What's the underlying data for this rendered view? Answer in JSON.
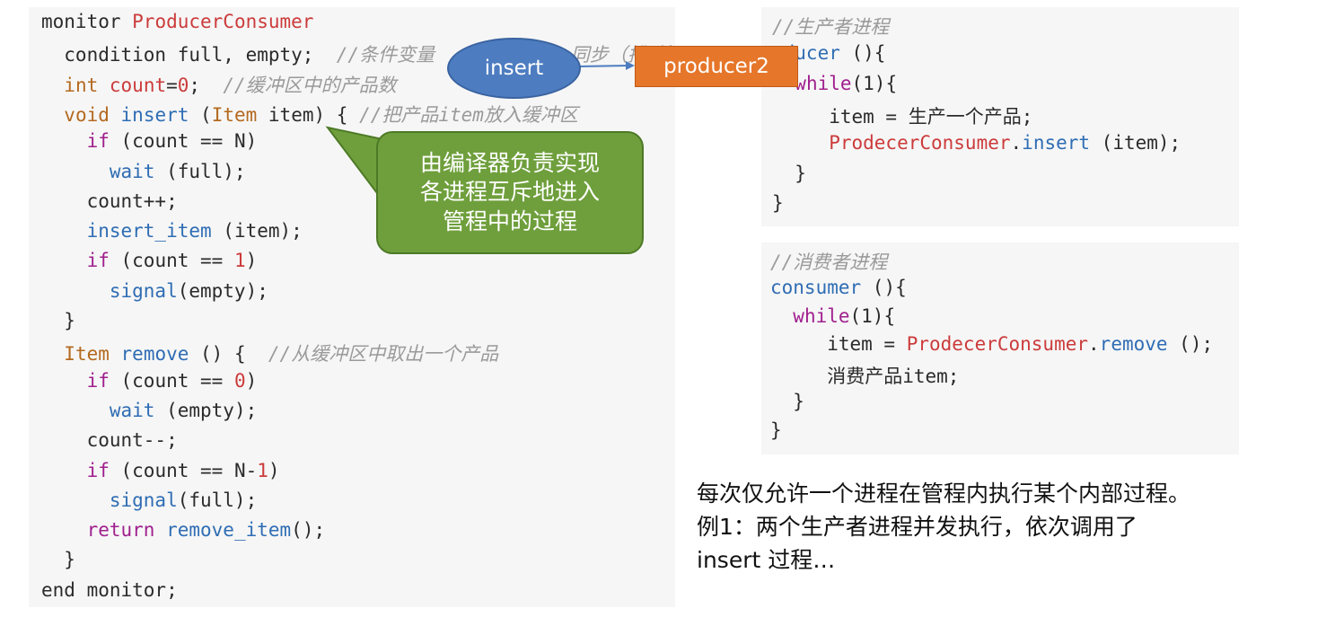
{
  "left_code": {
    "lines": [
      [
        {
          "t": "monitor ",
          "c": "pl"
        },
        {
          "t": "ProducerConsumer",
          "c": "red"
        }
      ],
      [
        {
          "t": "  condition full, empty;  ",
          "c": "pl"
        },
        {
          "t": "//条件变量",
          "c": "cm"
        },
        {
          "t": "            ",
          "c": "pl"
        },
        {
          "t": "同步（排队）",
          "c": "cm"
        }
      ],
      [
        {
          "t": "  ",
          "c": "pl"
        },
        {
          "t": "int",
          "c": "ty"
        },
        {
          "t": " ",
          "c": "pl"
        },
        {
          "t": "count",
          "c": "red"
        },
        {
          "t": "=",
          "c": "pl"
        },
        {
          "t": "0",
          "c": "num"
        },
        {
          "t": ";  ",
          "c": "pl"
        },
        {
          "t": "//缓冲区中的产品数",
          "c": "cm"
        }
      ],
      [
        {
          "t": "  ",
          "c": "pl"
        },
        {
          "t": "void",
          "c": "ty"
        },
        {
          "t": " ",
          "c": "pl"
        },
        {
          "t": "insert",
          "c": "fn"
        },
        {
          "t": " (",
          "c": "pl"
        },
        {
          "t": "Item",
          "c": "ty"
        },
        {
          "t": " item) { ",
          "c": "pl"
        },
        {
          "t": "//把产品item放入缓冲区",
          "c": "cm"
        }
      ],
      [
        {
          "t": "    ",
          "c": "pl"
        },
        {
          "t": "if",
          "c": "kw"
        },
        {
          "t": " (count == N)",
          "c": "pl"
        }
      ],
      [
        {
          "t": "      ",
          "c": "pl"
        },
        {
          "t": "wait",
          "c": "fn"
        },
        {
          "t": " (full);",
          "c": "pl"
        }
      ],
      [
        {
          "t": "    count++;",
          "c": "pl"
        }
      ],
      [
        {
          "t": "    ",
          "c": "pl"
        },
        {
          "t": "insert_item",
          "c": "fn"
        },
        {
          "t": " (item);",
          "c": "pl"
        }
      ],
      [
        {
          "t": "    ",
          "c": "pl"
        },
        {
          "t": "if",
          "c": "kw"
        },
        {
          "t": " (count == ",
          "c": "pl"
        },
        {
          "t": "1",
          "c": "num"
        },
        {
          "t": ")",
          "c": "pl"
        }
      ],
      [
        {
          "t": "      ",
          "c": "pl"
        },
        {
          "t": "signal",
          "c": "fn"
        },
        {
          "t": "(empty);",
          "c": "pl"
        }
      ],
      [
        {
          "t": "  }",
          "c": "pl"
        }
      ],
      [
        {
          "t": "  ",
          "c": "pl"
        },
        {
          "t": "Item",
          "c": "ty"
        },
        {
          "t": " ",
          "c": "pl"
        },
        {
          "t": "remove",
          "c": "fn"
        },
        {
          "t": " () {  ",
          "c": "pl"
        },
        {
          "t": "//从缓冲区中取出一个产品",
          "c": "cm"
        }
      ],
      [
        {
          "t": "    ",
          "c": "pl"
        },
        {
          "t": "if",
          "c": "kw"
        },
        {
          "t": " (count == ",
          "c": "pl"
        },
        {
          "t": "0",
          "c": "num"
        },
        {
          "t": ")",
          "c": "pl"
        }
      ],
      [
        {
          "t": "      ",
          "c": "pl"
        },
        {
          "t": "wait",
          "c": "fn"
        },
        {
          "t": " (empty);",
          "c": "pl"
        }
      ],
      [
        {
          "t": "    count--;",
          "c": "pl"
        }
      ],
      [
        {
          "t": "    ",
          "c": "pl"
        },
        {
          "t": "if",
          "c": "kw"
        },
        {
          "t": " (count == N-",
          "c": "pl"
        },
        {
          "t": "1",
          "c": "num"
        },
        {
          "t": ")",
          "c": "pl"
        }
      ],
      [
        {
          "t": "      ",
          "c": "pl"
        },
        {
          "t": "signal",
          "c": "fn"
        },
        {
          "t": "(full);",
          "c": "pl"
        }
      ],
      [
        {
          "t": "    ",
          "c": "pl"
        },
        {
          "t": "return",
          "c": "kw"
        },
        {
          "t": " ",
          "c": "pl"
        },
        {
          "t": "remove_item",
          "c": "fn"
        },
        {
          "t": "();",
          "c": "pl"
        }
      ],
      [
        {
          "t": "  }",
          "c": "pl"
        }
      ],
      [
        {
          "t": "end monitor;",
          "c": "pl"
        }
      ]
    ]
  },
  "producer_code": {
    "lines": [
      [
        {
          "t": "//生产者进程",
          "c": "cm"
        }
      ],
      [
        {
          "t": "oducer",
          "c": "fn"
        },
        {
          "t": " (){",
          "c": "pl"
        }
      ],
      [
        {
          "t": "  ",
          "c": "pl"
        },
        {
          "t": "while",
          "c": "kw"
        },
        {
          "t": "(1){",
          "c": "pl"
        }
      ],
      [
        {
          "t": "     item = 生产一个产品;",
          "c": "pl"
        }
      ],
      [
        {
          "t": "     ",
          "c": "pl"
        },
        {
          "t": "ProdecerConsumer",
          "c": "red"
        },
        {
          "t": ".",
          "c": "pl"
        },
        {
          "t": "insert",
          "c": "fn"
        },
        {
          "t": " (item);",
          "c": "pl"
        }
      ],
      [
        {
          "t": "  }",
          "c": "pl"
        }
      ],
      [
        {
          "t": "}",
          "c": "pl"
        }
      ]
    ]
  },
  "consumer_code": {
    "lines": [
      [
        {
          "t": "//消费者进程",
          "c": "cm"
        }
      ],
      [
        {
          "t": "consumer",
          "c": "fn"
        },
        {
          "t": " (){",
          "c": "pl"
        }
      ],
      [
        {
          "t": "  ",
          "c": "pl"
        },
        {
          "t": "while",
          "c": "kw"
        },
        {
          "t": "(1){",
          "c": "pl"
        }
      ],
      [
        {
          "t": "     item = ",
          "c": "pl"
        },
        {
          "t": "ProdecerConsumer",
          "c": "red"
        },
        {
          "t": ".",
          "c": "pl"
        },
        {
          "t": "remove",
          "c": "fn"
        },
        {
          "t": " ();",
          "c": "pl"
        }
      ],
      [
        {
          "t": "     消费产品item;",
          "c": "pl"
        }
      ],
      [
        {
          "t": "  }",
          "c": "pl"
        }
      ],
      [
        {
          "t": "}",
          "c": "pl"
        }
      ]
    ]
  },
  "callouts": {
    "bubble_text_1": "由编译器负责实现",
    "bubble_text_2": "各进程互斥地进入",
    "bubble_text_3": "管程中的过程",
    "insert_label": "insert",
    "producer2_label": "producer2"
  },
  "note": {
    "line1": "每次仅允许一个进程在管程内执行某个内部过程。",
    "line2": "例1：两个生产者进程并发执行，依次调用了",
    "line3": "insert 过程…"
  }
}
